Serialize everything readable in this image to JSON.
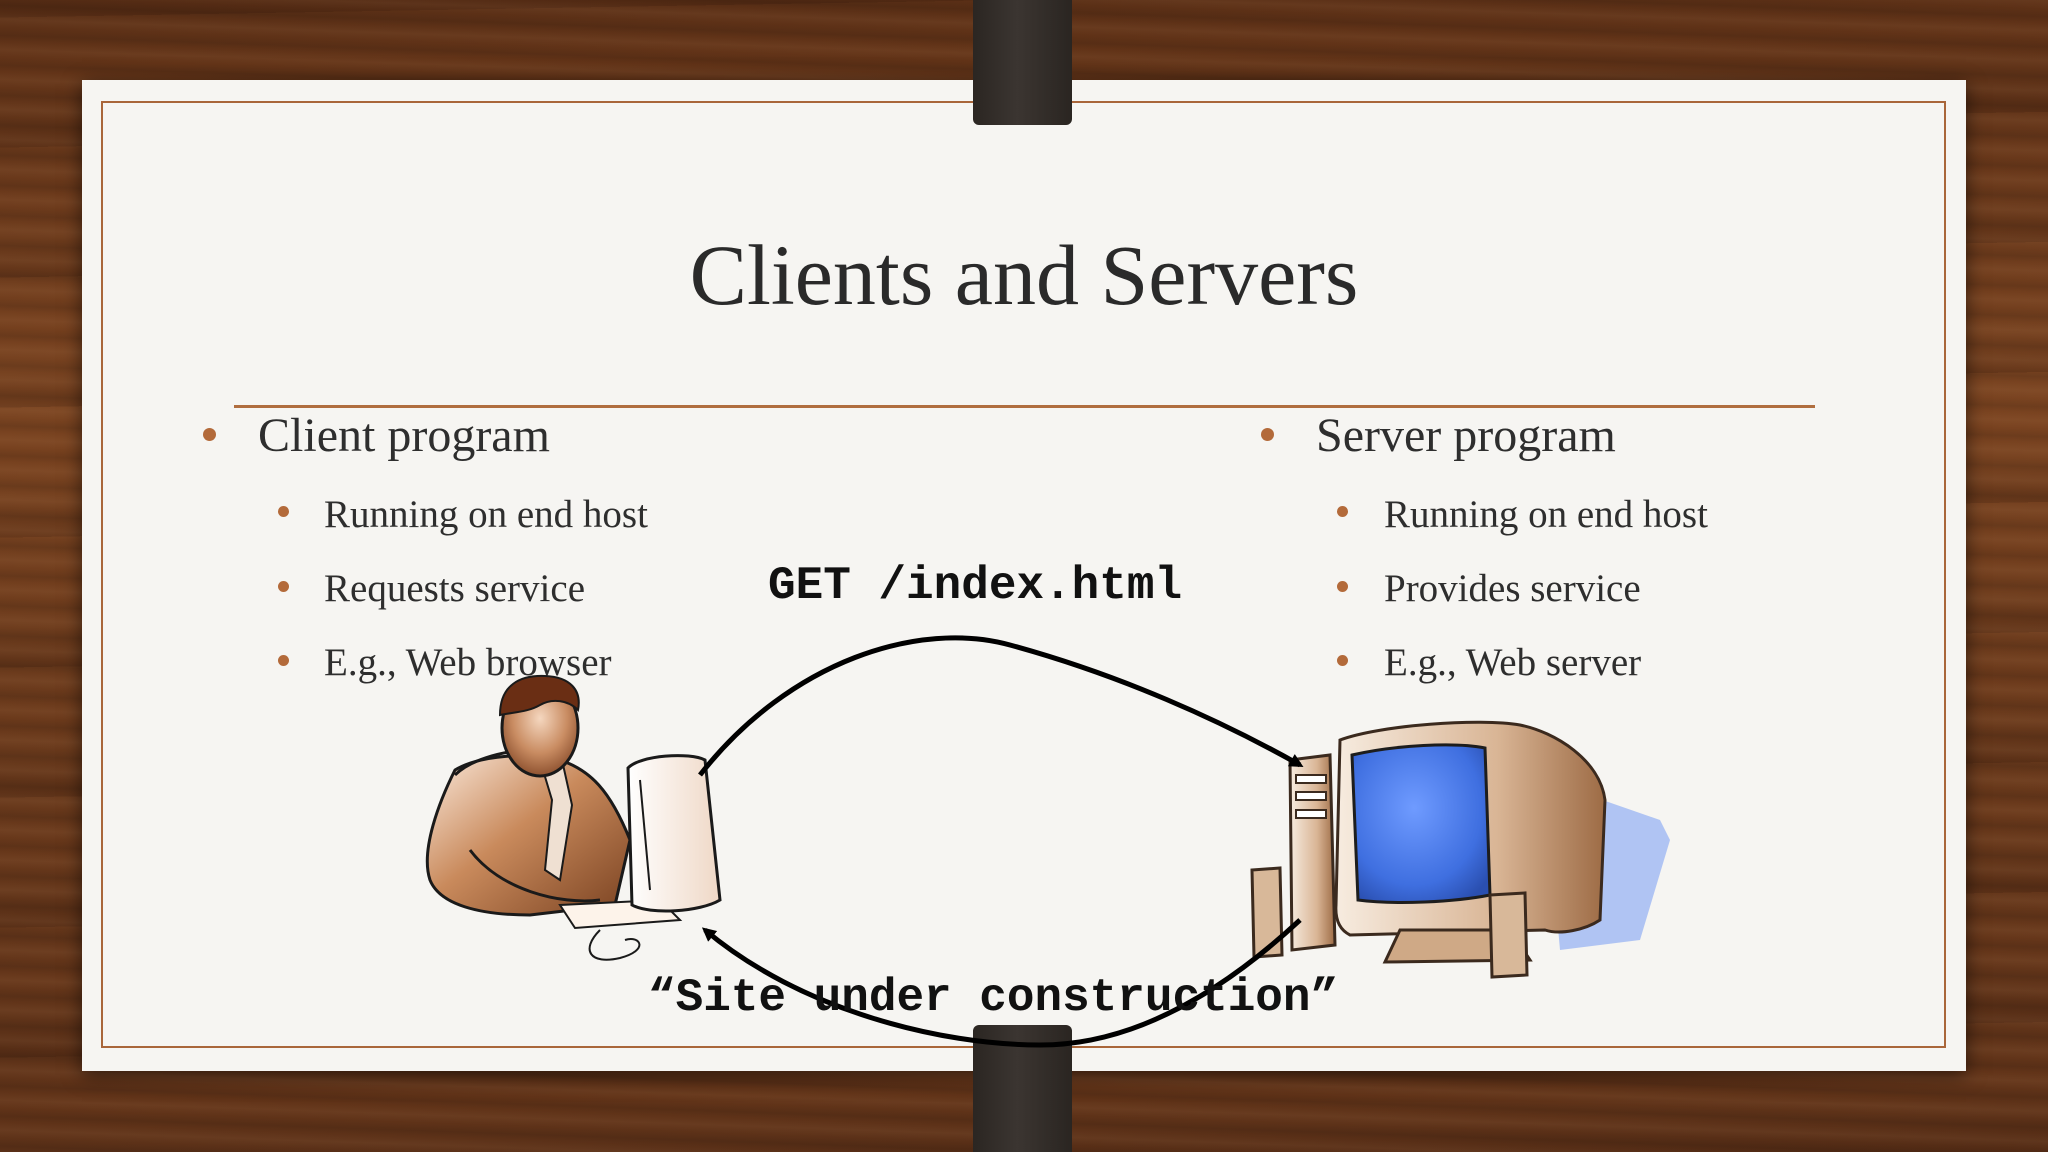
{
  "slide": {
    "title": "Clients and Servers",
    "client": {
      "heading": "Client program",
      "items": [
        "Running on end host",
        "Requests service",
        "E.g., Web browser"
      ]
    },
    "server": {
      "heading": "Server program",
      "items": [
        "Running on end host",
        "Provides service",
        "E.g., Web server"
      ]
    },
    "request_label": "GET /index.html",
    "response_label": "“Site under construction”"
  },
  "icons": {
    "client": "person-at-computer-clipart",
    "server": "desktop-computer-clipart"
  },
  "colors": {
    "accent": "#b06e3f",
    "screen": "#4f7fe8",
    "wood": "#6a3a1c"
  }
}
